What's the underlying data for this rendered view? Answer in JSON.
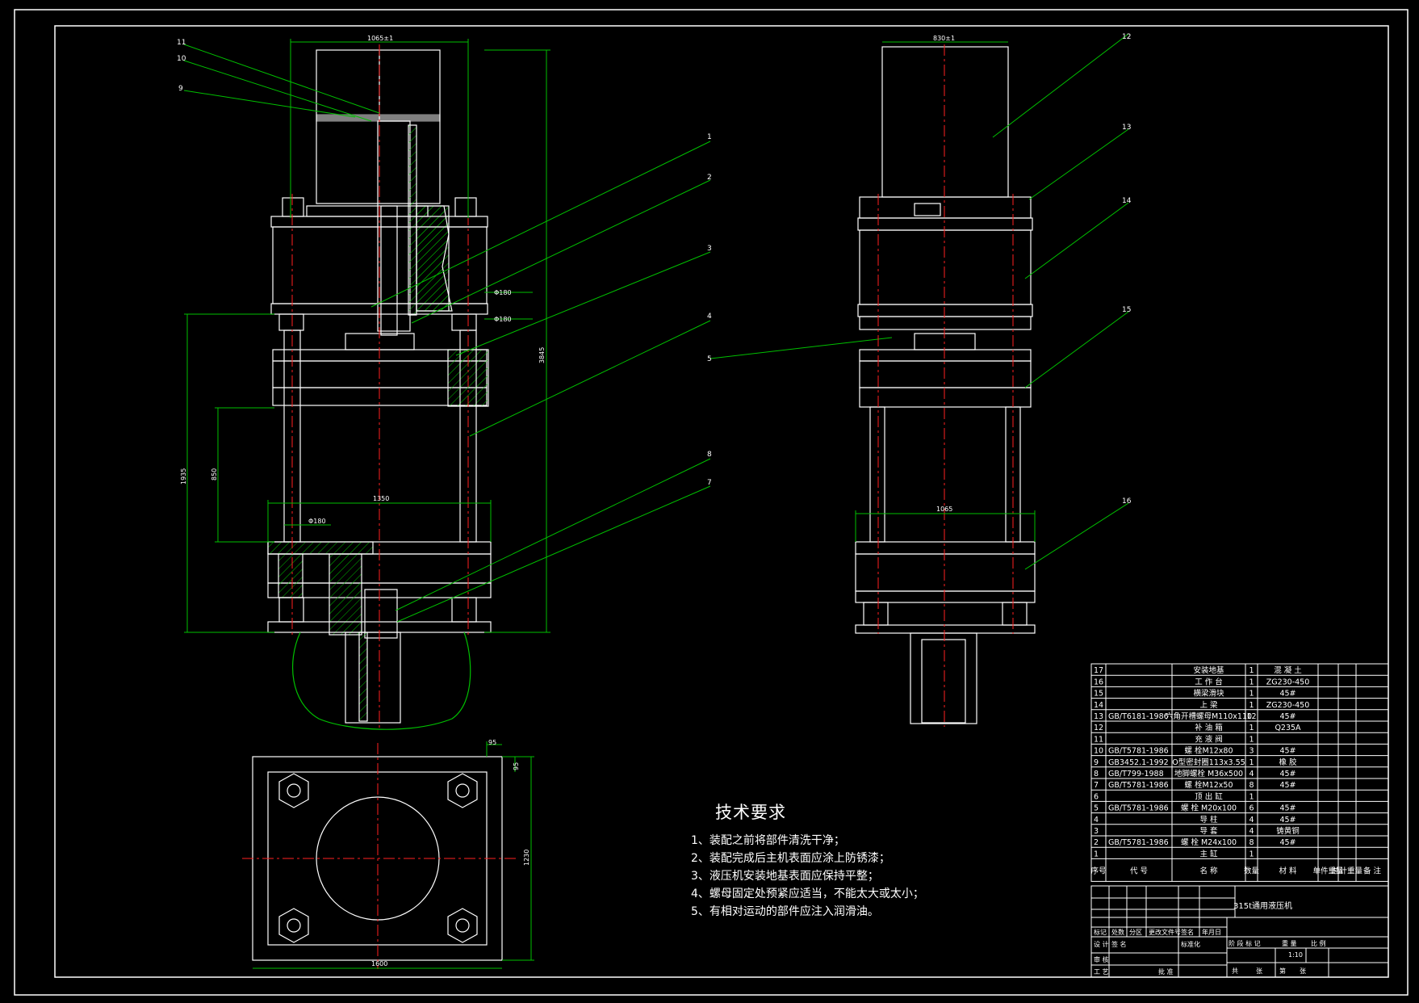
{
  "parts_list": [
    {
      "no": "17",
      "code": "",
      "name": "安装地基",
      "qty": "1",
      "material": "混 凝 土"
    },
    {
      "no": "16",
      "code": "",
      "name": "工 作 台",
      "qty": "1",
      "material": "ZG230-450"
    },
    {
      "no": "15",
      "code": "",
      "name": "横梁滑块",
      "qty": "1",
      "material": "45#"
    },
    {
      "no": "14",
      "code": "",
      "name": "上 梁",
      "qty": "1",
      "material": "ZG230-450"
    },
    {
      "no": "13",
      "code": "GB/T6181-1986",
      "name": "六角开槽螺母M110x110",
      "qty": "12",
      "material": "45#"
    },
    {
      "no": "12",
      "code": "",
      "name": "补 油 箱",
      "qty": "1",
      "material": "Q235A"
    },
    {
      "no": "11",
      "code": "",
      "name": "充 液 阀",
      "qty": "1",
      "material": ""
    },
    {
      "no": "10",
      "code": "GB/T5781-1986",
      "name": "螺 栓M12x80",
      "qty": "3",
      "material": "45#"
    },
    {
      "no": "9",
      "code": "GB3452.1-1992",
      "name": "O型密封圈113x3.55",
      "qty": "1",
      "material": "橡 胶"
    },
    {
      "no": "8",
      "code": "GB/T799-1988",
      "name": "地脚螺栓 M36x500",
      "qty": "4",
      "material": "45#"
    },
    {
      "no": "7",
      "code": "GB/T5781-1986",
      "name": "螺 栓M12x50",
      "qty": "8",
      "material": "45#"
    },
    {
      "no": "6",
      "code": "",
      "name": "顶 出 缸",
      "qty": "1",
      "material": ""
    },
    {
      "no": "5",
      "code": "GB/T5781-1986",
      "name": "螺 栓 M20x100",
      "qty": "6",
      "material": "45#"
    },
    {
      "no": "4",
      "code": "",
      "name": "导 柱",
      "qty": "4",
      "material": "45#"
    },
    {
      "no": "3",
      "code": "",
      "name": "导 套",
      "qty": "4",
      "material": "铸黄铜"
    },
    {
      "no": "2",
      "code": "GB/T5781-1986",
      "name": "螺 栓 M24x100",
      "qty": "8",
      "material": "45#"
    },
    {
      "no": "1",
      "code": "",
      "name": "主 缸",
      "qty": "1",
      "material": ""
    }
  ],
  "parts_header": {
    "no": "序号",
    "code": "代 号",
    "name": "名 称",
    "qty": "数量",
    "material": "材 料",
    "unit_weight": "单件重量",
    "total_weight": "总计重量",
    "remark": "备 注"
  },
  "title_block": {
    "drawing_title": "315t通用液压机",
    "scale": "1:10",
    "rev_headers": [
      "标记",
      "处数",
      "分区",
      "更改文件号",
      "签名",
      "年月日"
    ],
    "design_row": [
      "设 计",
      "签 名",
      "",
      "标准化"
    ],
    "review_label": "审 核",
    "process_label": "工 艺",
    "approve_label": "批 准",
    "stage_headers": [
      "阶 段 标 记",
      "重 量",
      "比 例"
    ],
    "sheet_row": [
      "共",
      "张",
      "第",
      "张"
    ]
  },
  "technical_requirements": {
    "title": "技术要求",
    "items": [
      "1、装配之前将部件清洗干净；",
      "2、装配完成后主机表面应涂上防锈漆；",
      "3、液压机安装地基表面应保持平整；",
      "4、螺母固定处预紧应适当，不能太大或太小；",
      "5、有相对运动的部件应注入润滑油。"
    ]
  },
  "front_view_balloons": [
    "11",
    "10",
    "9",
    "1",
    "2",
    "3",
    "4",
    "5",
    "8",
    "7"
  ],
  "side_view_balloons": [
    "12",
    "13",
    "14",
    "15",
    "16"
  ],
  "dimensions": {
    "front_width_top": "1065±1",
    "front_height_total": "3845",
    "front_left_height": "1935",
    "front_stroke": "850",
    "front_table_width": "1350",
    "dia_1": "Φ180",
    "dia_2": "Φ180",
    "dia_3": "Φ180",
    "side_width_top": "830±1",
    "side_table_width": "1065",
    "base_width": "1600",
    "base_height": "1230",
    "base_offset_x": "95",
    "base_offset_y": "95"
  },
  "colors": {
    "background": "#000000",
    "outline": "#ffffff",
    "dimension": "#00c000",
    "centerline": "#ff2020",
    "hatch": "#00c000"
  }
}
